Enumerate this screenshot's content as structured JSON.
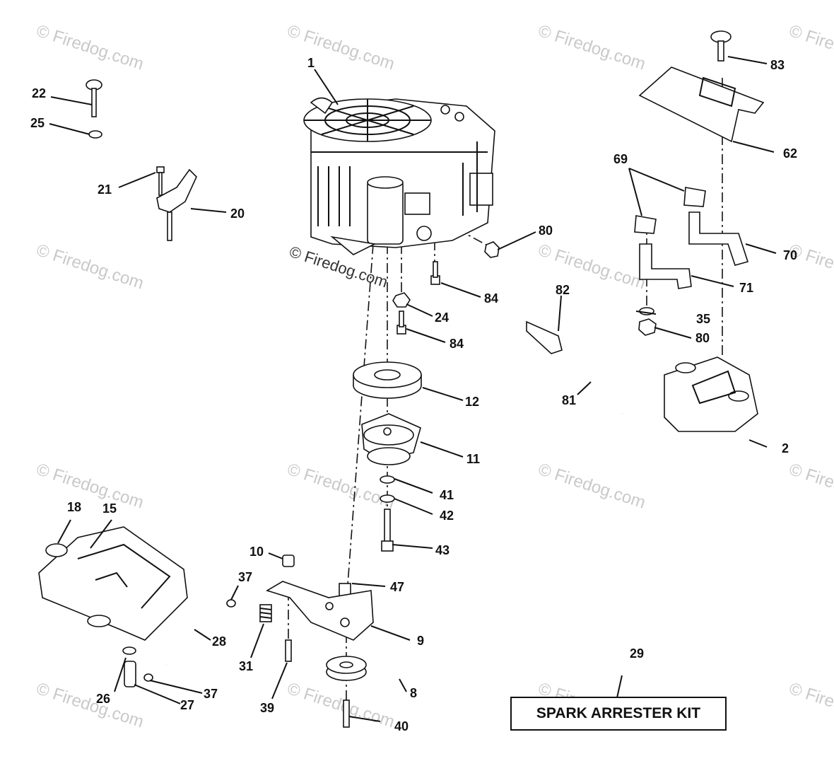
{
  "watermark": {
    "light_text": "© Firedog.com",
    "center_text": "© Firedog.com"
  },
  "labels": {
    "p1": "1",
    "p2": "2",
    "p8": "8",
    "p9": "9",
    "p10": "10",
    "p11": "11",
    "p12": "12",
    "p15": "15",
    "p18": "18",
    "p20": "20",
    "p21": "21",
    "p22": "22",
    "p24": "24",
    "p25": "25",
    "p26": "26",
    "p27": "27",
    "p28": "28",
    "p29": "29",
    "p31": "31",
    "p35": "35",
    "p37a": "37",
    "p37b": "37",
    "p39": "39",
    "p40": "40",
    "p41": "41",
    "p42": "42",
    "p43": "43",
    "p47": "47",
    "p62": "62",
    "p69": "69",
    "p70": "70",
    "p71": "71",
    "p80a": "80",
    "p80b": "80",
    "p81": "81",
    "p82": "82",
    "p83": "83",
    "p84a": "84",
    "p84b": "84"
  },
  "kit_label": "SPARK ARRESTER KIT"
}
